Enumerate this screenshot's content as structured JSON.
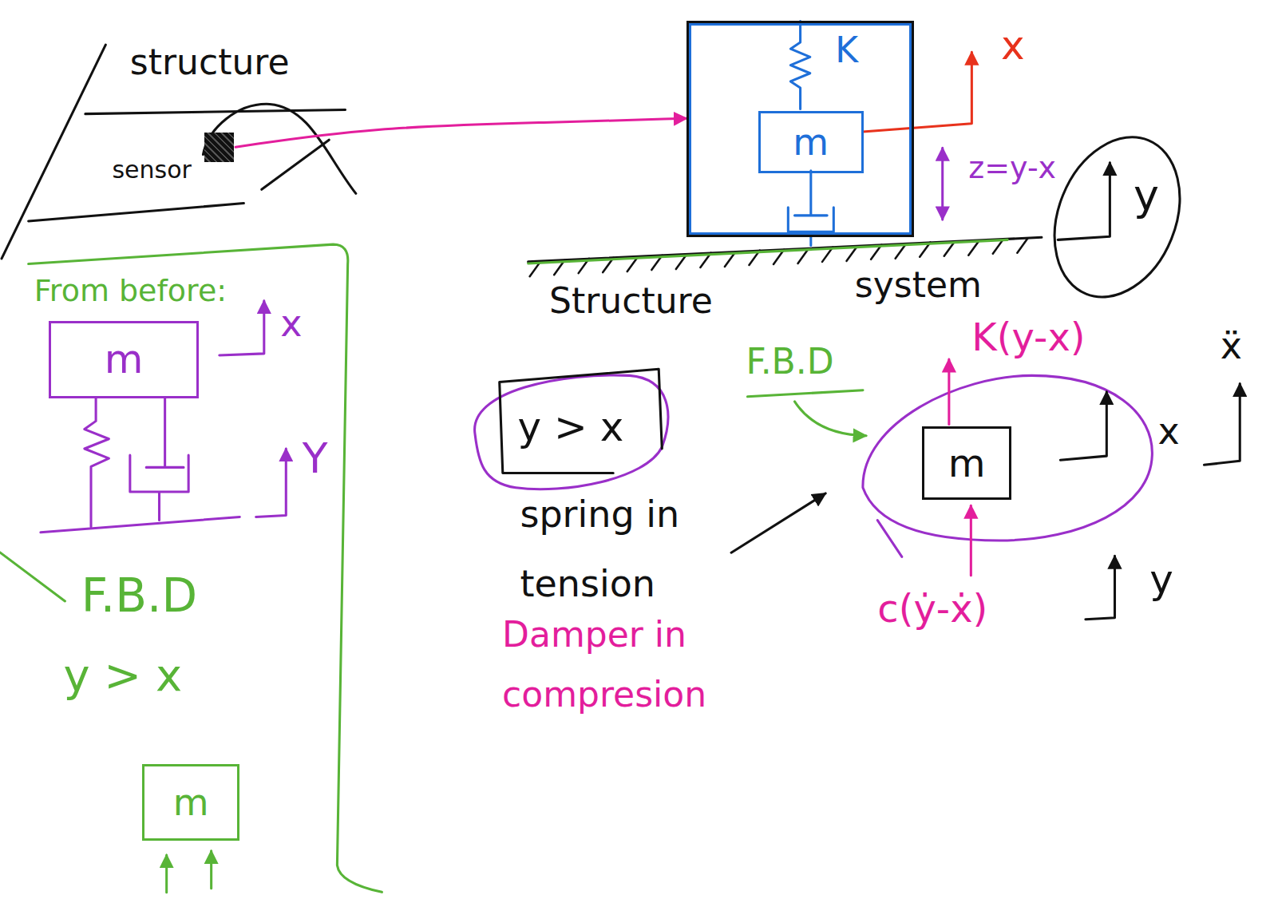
{
  "diagram": {
    "nodes": [
      {
        "text": [
          "sensor"
        ]
      },
      {
        "text": [
          "K"
        ]
      },
      {
        "text": [
          "m"
        ],
        "in": 1
      },
      {
        "text": [
          "y"
        ]
      },
      {
        "text": [
          "From before:"
        ]
      },
      {
        "text": [
          "m"
        ],
        "in": 4
      },
      {
        "text": [
          "m"
        ],
        "in": 4
      },
      {
        "text": [
          "y > x"
        ]
      },
      {
        "text": [
          "m"
        ]
      }
    ],
    "edges": [
      {
        "from": 0,
        "to": 1,
        "arrow": "to"
      }
    ],
    "labels": [
      "structure",
      "x",
      "z=y-x",
      "Structure",
      "system",
      "x",
      "Y",
      "F.B.D",
      "y > x",
      "spring in tension",
      "Damper in compresion",
      "F.B.D",
      "K(y-x)",
      "x",
      "ẍ",
      "c(ẏ-ẋ)",
      "y"
    ]
  }
}
